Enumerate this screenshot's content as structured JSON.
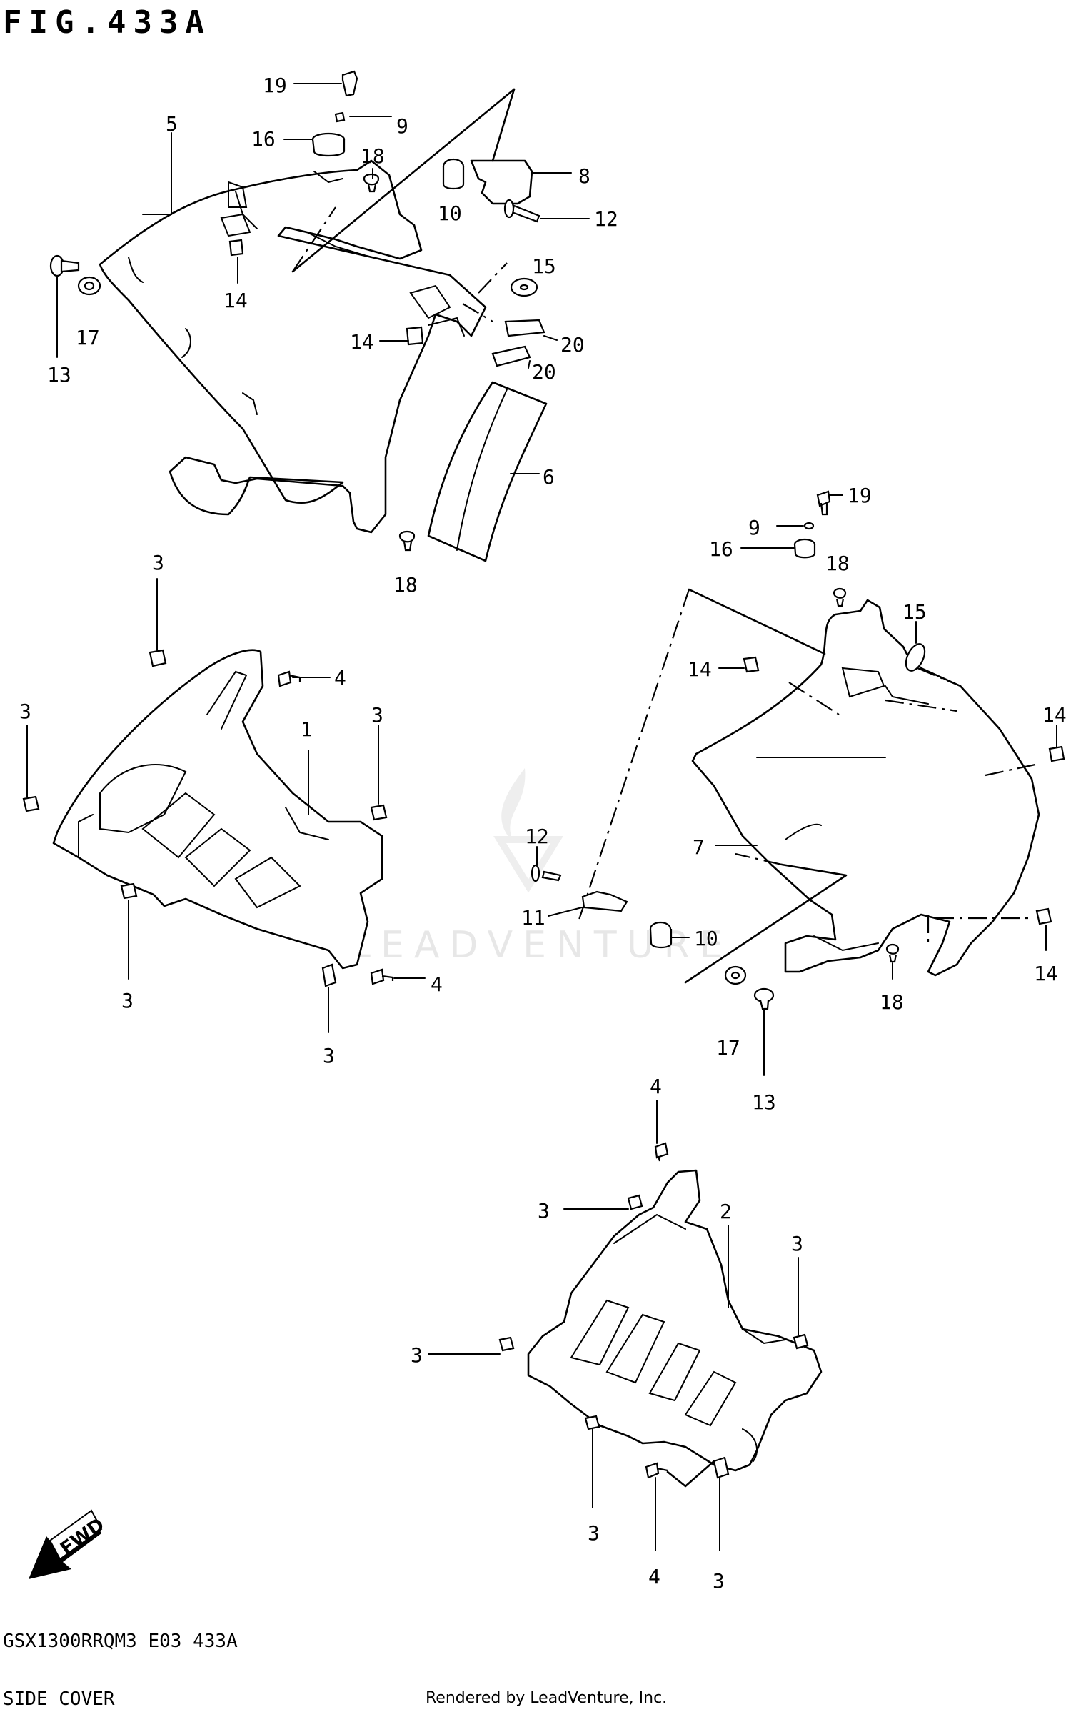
{
  "header": {
    "figure_title": "FIG.433A"
  },
  "footer": {
    "model_code": "GSX1300RRQM3_E03_433A",
    "section_name": "SIDE COVER",
    "credit": "Rendered by LeadVenture, Inc."
  },
  "watermark": {
    "text": "LEADVENTURE"
  },
  "direction_badge": {
    "label": "FWD"
  },
  "callouts": {
    "top": {
      "c19": "19",
      "c9": "9",
      "c5": "5",
      "c16": "16",
      "c18a": "18",
      "c8": "8",
      "c10": "10",
      "c12": "12",
      "c15": "15",
      "c14a": "14",
      "c13": "13",
      "c17": "17",
      "c14b": "14",
      "c20a": "20",
      "c20b": "20",
      "c6": "6",
      "c18b": "18"
    },
    "left_cover": {
      "c3a": "3",
      "c4a": "4",
      "c3b": "3",
      "c1": "1",
      "c3c": "3",
      "c3d": "3",
      "c4b": "4",
      "c3e": "3"
    },
    "right_assembly": {
      "c19": "19",
      "c9": "9",
      "c16": "16",
      "c18a": "18",
      "c15": "15",
      "c14a": "14",
      "c14b": "14",
      "c7": "7",
      "c12": "12",
      "c11": "11",
      "c10": "10",
      "c17": "17",
      "c13": "13",
      "c18b": "18",
      "c14c": "14"
    },
    "bottom_cover": {
      "c4a": "4",
      "c3a": "3",
      "c2": "2",
      "c3b": "3",
      "c3c": "3",
      "c3d": "3",
      "c4b": "4",
      "c3e": "3"
    }
  }
}
